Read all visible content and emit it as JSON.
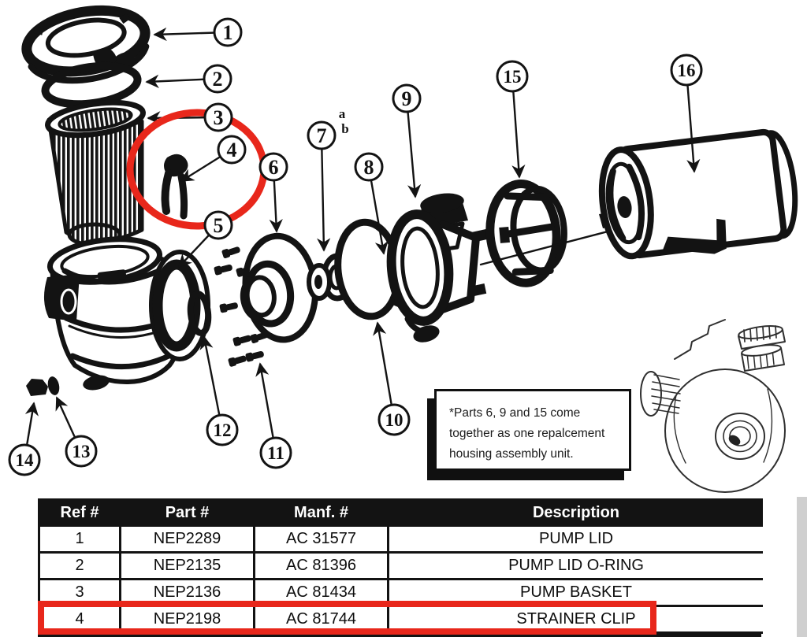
{
  "diagram": {
    "callouts": [
      "1",
      "2",
      "3",
      "4",
      "5",
      "6",
      "7",
      "8",
      "9",
      "10",
      "11",
      "12",
      "13",
      "14",
      "15",
      "16"
    ],
    "seal_labels": {
      "a": "a",
      "b": "b"
    },
    "note_text": "*Parts 6, 9 and 15 come together as one repalcement housing assembly unit.",
    "highlight_color": "#e8271b",
    "highlighted_callout": "4"
  },
  "table": {
    "headers": {
      "ref": "Ref #",
      "part": "Part #",
      "manf": "Manf. #",
      "desc": "Description"
    },
    "rows": [
      {
        "ref": "1",
        "part": "NEP2289",
        "manf": "AC 31577",
        "desc": "PUMP LID"
      },
      {
        "ref": "2",
        "part": "NEP2135",
        "manf": "AC 81396",
        "desc": "PUMP LID O-RING"
      },
      {
        "ref": "3",
        "part": "NEP2136",
        "manf": "AC 81434",
        "desc": "PUMP BASKET"
      },
      {
        "ref": "4",
        "part": "NEP2198",
        "manf": "AC 81744",
        "desc": "STRAINER CLIP"
      }
    ],
    "highlighted_row_ref": "4"
  }
}
